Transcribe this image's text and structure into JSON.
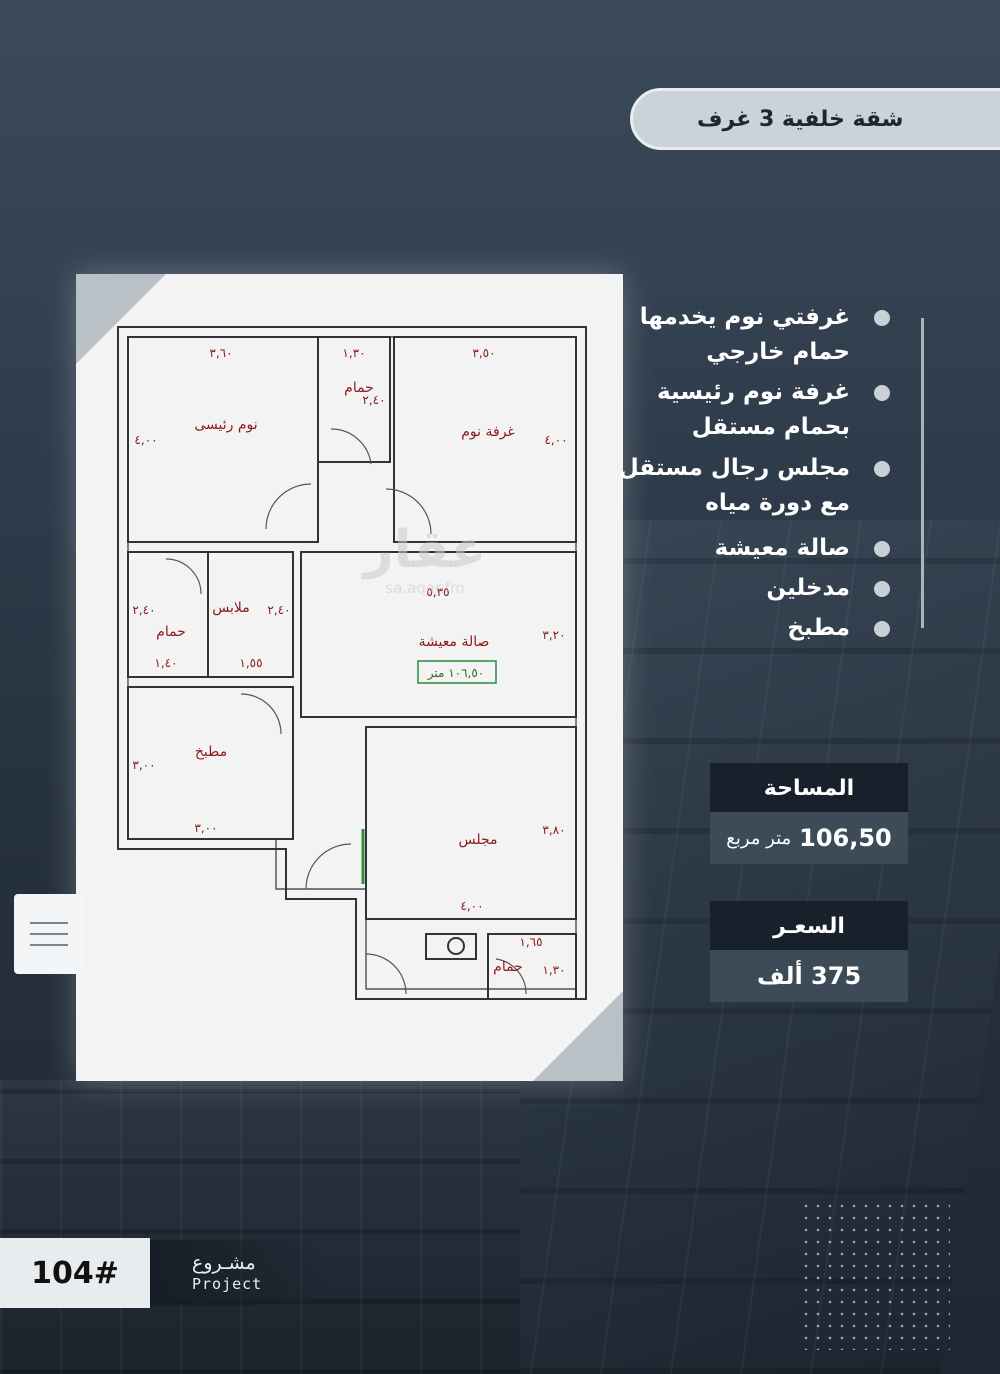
{
  "title": "شقة خلفية 3 غرف",
  "features": [
    {
      "line1": "غرفتي نوم يخدمها",
      "line2": "حمام خارجي"
    },
    {
      "line1": "غرفة نوم رئيسية",
      "line2": "بحمام مستقل"
    },
    {
      "line1": "مجلس رجال مستقل",
      "line2": "مع دورة مياه"
    },
    {
      "line1": "صالة معيشة",
      "line2": ""
    },
    {
      "line1": "مدخلين",
      "line2": ""
    },
    {
      "line1": "مطبخ",
      "line2": ""
    }
  ],
  "area": {
    "label": "المساحة",
    "value": "106,50",
    "unit": "متر مربع"
  },
  "price": {
    "label": "السعـر",
    "value": "375 ألف"
  },
  "project": {
    "number": "104#",
    "label_ar": "مشـروع",
    "label_en": "Project"
  },
  "watermark": {
    "logo": "عقار",
    "site": "sa.aqar.fm"
  },
  "plan": {
    "rooms": {
      "master_bedroom": "نوم رئيسى",
      "bath_top": "حمام",
      "bedroom": "غرفة نوم",
      "dressing": "ملابس",
      "bath_left": "حمام",
      "living_hall": "صالة معيشة",
      "living_area": "١٠٦,٥٠ متر",
      "kitchen": "مطبخ",
      "majlis": "مجلس",
      "bath_bottom": "حمام"
    },
    "dimensions": {
      "d1": "٣,٦٠",
      "d2": "١,٣٠",
      "d3": "٣,٥٠",
      "d4": "٤,٠٠",
      "d5": "٤,٠٠",
      "d6": "٢,٤٠",
      "d7": "٥,٣٥",
      "d8": "٢,٤٠",
      "d9": "١,٤٠",
      "d10": "١,٥٥",
      "d11": "٢,٤٠",
      "d12": "٣,٢٠",
      "d13": "٣,٠٠",
      "d14": "٣,٠٠",
      "d15": "٣,٨٠",
      "d16": "٤,٠٠",
      "d17": "١,٦٥",
      "d18": "١,٣٠"
    }
  }
}
